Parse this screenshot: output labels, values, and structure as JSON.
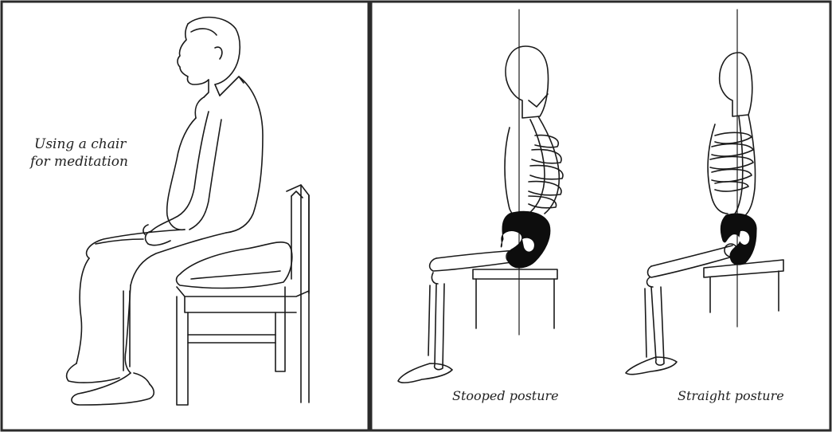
{
  "panels": [
    {
      "id": "chair-panel",
      "caption_lines": [
        "Using a chair",
        "for meditation"
      ]
    },
    {
      "id": "posture-panel",
      "figures": [
        {
          "id": "stooped",
          "caption": "Stooped posture"
        },
        {
          "id": "straight",
          "caption": "Straight posture"
        }
      ]
    }
  ],
  "colors": {
    "ink": "#1a1a1a",
    "frame": "#2b2b2b",
    "background": "#ffffff",
    "pelvis_fill": "#0d0d0d"
  }
}
